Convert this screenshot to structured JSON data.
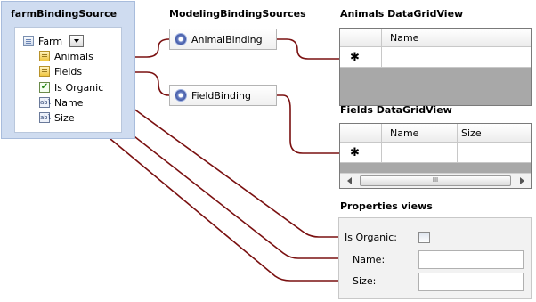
{
  "binding_source": {
    "title": "farmBindingSource",
    "items": [
      {
        "label": "Farm",
        "icon": "datasource-icon"
      },
      {
        "label": "Animals",
        "icon": "child-list-icon"
      },
      {
        "label": "Fields",
        "icon": "child-list-icon"
      },
      {
        "label": "Is Organic",
        "icon": "checkbox-field-icon"
      },
      {
        "label": "Name",
        "icon": "text-field-icon"
      },
      {
        "label": "Size",
        "icon": "text-field-icon"
      }
    ],
    "field_icon_text": "abl",
    "check_glyph": "✔"
  },
  "modeling": {
    "title": "ModelingBindingSources",
    "components": [
      {
        "label": "AnimalBinding",
        "icon": "gear-icon"
      },
      {
        "label": "FieldBinding",
        "icon": "gear-icon"
      }
    ]
  },
  "animals_grid": {
    "title": "Animals DataGridView",
    "columns": [
      "Name"
    ],
    "new_row_glyph": "✱"
  },
  "fields_grid": {
    "title": "Fields DataGridView",
    "columns": [
      "Name",
      "Size"
    ],
    "new_row_glyph": "✱",
    "scroll_thumb_glyph": "III"
  },
  "properties": {
    "title": "Properties views",
    "labels": {
      "is_organic": "Is Organic:",
      "name": "Name:",
      "size": "Size:"
    }
  },
  "colors": {
    "connector": "#7a1010",
    "panel": "#cfdcf0",
    "grid_background": "#a8a8a8"
  }
}
